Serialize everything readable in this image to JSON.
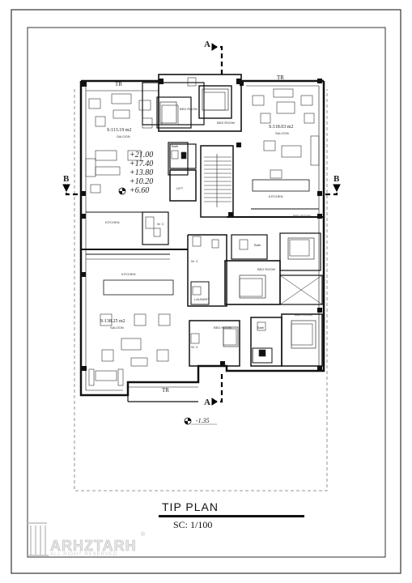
{
  "plan": {
    "section_marks": {
      "a_top": "A",
      "a_bottom": "A",
      "b_left": "B",
      "b_right": "B"
    },
    "terrace_labels": [
      "TR",
      "TR",
      "TR"
    ],
    "unit_top_left": {
      "area": "S:113.19 m2",
      "salon": "SALOON",
      "kitchen": "KITCHEN"
    },
    "unit_top_right": {
      "area": "S:118.03 m2",
      "salon": "SALOON",
      "kitchen": "KITCHEN"
    },
    "unit_bottom": {
      "area": "S:138.25 m2",
      "salon": "SALOON",
      "kitchen": "KITCHEN"
    },
    "rooms": {
      "bed_room": "BED ROOM",
      "bath": "Bath",
      "wc": "W. C",
      "lift": "LIFT",
      "laundry": "LAUNDRY"
    },
    "elevations": [
      "+21.00",
      "+17.40",
      "+13.80",
      "+10.20",
      "+6.60"
    ],
    "ground_level": "-1.35"
  },
  "footer": {
    "title": "TIP  PLAN",
    "scale": "SC:  1/100"
  },
  "logo": {
    "name": "ARHZTARH",
    "tagline": "ALL RIGHT RESERVED",
    "registered": "®"
  }
}
